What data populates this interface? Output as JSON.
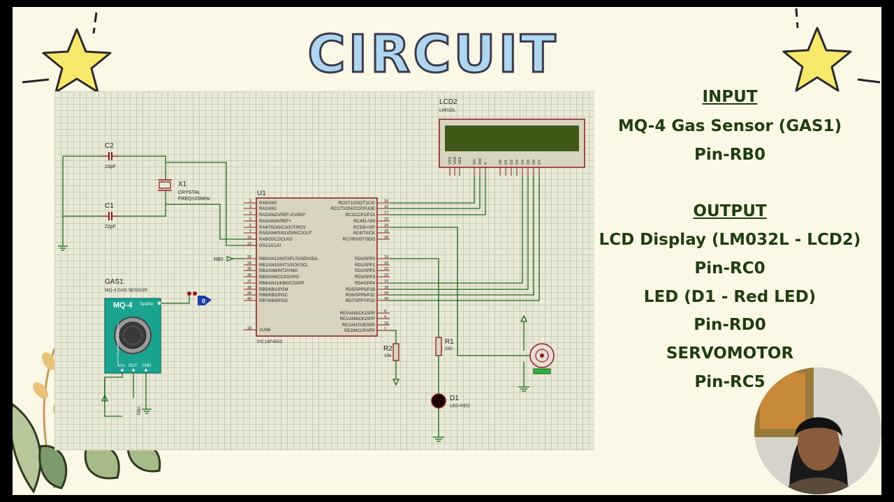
{
  "slide": {
    "title": "CIRCUIT"
  },
  "schematic": {
    "caps": {
      "c2_ref": "C2",
      "c2_val": "22pF",
      "c1_ref": "C1",
      "c1_val": "22pF"
    },
    "crystal": {
      "ref": "X1",
      "type": "CRYSTAL",
      "freq": "FREQ=20MHz"
    },
    "mcu": {
      "ref": "U1",
      "part": "PIC18F4550",
      "left_pins": [
        {
          "num": "2",
          "name": "RA0/AN0"
        },
        {
          "num": "3",
          "name": "RA1/AN1"
        },
        {
          "num": "4",
          "name": "RA2/AN2/VREF-/CVREF"
        },
        {
          "num": "5",
          "name": "RA3/AN3/VREF+"
        },
        {
          "num": "6",
          "name": "RA4/T0CKI/C1OUT/RCV"
        },
        {
          "num": "7",
          "name": "RA5/AN4/SS/LVDIN/C2OUT"
        },
        {
          "num": "14",
          "name": "RA6/OSC2/CLKO"
        },
        {
          "num": "13",
          "name": "OSC1/CLKI"
        },
        {
          "num": "33",
          "name": "RB0/AN12/INT0/FLT0/SDI/SDA"
        },
        {
          "num": "34",
          "name": "RB1/AN10/INT1/SCK/SCL"
        },
        {
          "num": "35",
          "name": "RB2/AN8/INT2/VMO"
        },
        {
          "num": "36",
          "name": "RB3/AN9/CCP2/VPO"
        },
        {
          "num": "37",
          "name": "RB4/AN11/KBI0/CSSPP"
        },
        {
          "num": "38",
          "name": "RB5/KBI1/PGM"
        },
        {
          "num": "39",
          "name": "RB6/KBI2/PGC"
        },
        {
          "num": "40",
          "name": "RB7/KBI3/PGD"
        },
        {
          "num": "18",
          "name": "VUSB"
        }
      ],
      "right_pins": [
        {
          "num": "15",
          "name": "RC0/T1OSO/T1CKI"
        },
        {
          "num": "16",
          "name": "RC1/T1OSI/CCP2/UOE"
        },
        {
          "num": "17",
          "name": "RC2/CCP1/P1A"
        },
        {
          "num": "23",
          "name": "RC4/D-/VM"
        },
        {
          "num": "24",
          "name": "RC5/D+/VP"
        },
        {
          "num": "25",
          "name": "RC6/TX/CK"
        },
        {
          "num": "26",
          "name": "RC7/RX/DT/SDO"
        },
        {
          "num": "19",
          "name": "RD0/SPP0"
        },
        {
          "num": "20",
          "name": "RD1/SPP1"
        },
        {
          "num": "21",
          "name": "RD2/SPP2"
        },
        {
          "num": "22",
          "name": "RD3/SPP3"
        },
        {
          "num": "27",
          "name": "RD4/SPP4"
        },
        {
          "num": "28",
          "name": "RD5/SPP5/P1B"
        },
        {
          "num": "29",
          "name": "RD6/SPP6/P1C"
        },
        {
          "num": "30",
          "name": "RD7/SPP7/P1D"
        },
        {
          "num": "8",
          "name": "RE0/AN5/CK1SPP"
        },
        {
          "num": "9",
          "name": "RE1/AN6/CK2SPP"
        },
        {
          "num": "10",
          "name": "RE2/AN7/OESPP"
        },
        {
          "num": "1",
          "name": "RE3/MCLR/VPP"
        }
      ]
    },
    "lcd": {
      "ref": "LCD2",
      "part": "LM032L",
      "pins": [
        "VSS",
        "VDD",
        "VEE",
        "RS",
        "RW",
        "E",
        "D0",
        "D1",
        "D2",
        "D3",
        "D4",
        "D5",
        "D6",
        "D7"
      ]
    },
    "gas": {
      "ref": "GAS1",
      "part": "MQ-4 GAS SENSOR",
      "badge": "MQ-4",
      "testpin": "TestPin",
      "site": "www.TheEngineeringProjects.com",
      "pins": [
        "Vcc",
        "OUT",
        "GND"
      ],
      "net": "RB0",
      "logic_value": "0"
    },
    "rb0_label": "RB0",
    "r2": {
      "ref": "R2",
      "val": "10k"
    },
    "r1": {
      "ref": "R1",
      "val": "330"
    },
    "d1": {
      "ref": "D1",
      "type": "LED-RED"
    }
  },
  "right_panel": {
    "input_heading": "INPUT",
    "input_device": "MQ-4 Gas Sensor (GAS1)",
    "input_pin": "Pin-RB0",
    "output_heading": "OUTPUT",
    "out1_device": "LCD Display (LM032L - LCD2)",
    "out1_pin": "Pin-RC0",
    "out2_device": "LED (D1 - Red LED)",
    "out2_pin": "Pin-RD0",
    "out3_device": "SERVOMOTOR",
    "out3_pin": "Pin-RC5"
  },
  "colors": {
    "wire": "#1b6b1b",
    "component": "#8b1a1a",
    "lcd_screen": "#3f5a16",
    "mq4_board": "#1aa38e",
    "panel_text": "#1f3d12",
    "title_fill": "#aed6f1",
    "star": "#f7e86b"
  }
}
